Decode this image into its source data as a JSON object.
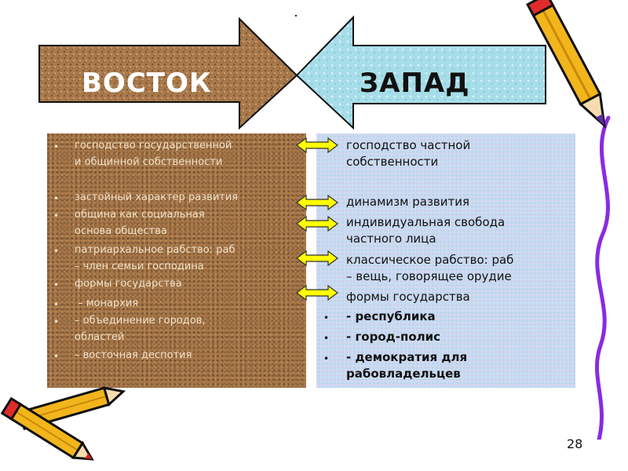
{
  "slide": {
    "east_title": "ВОСТОК",
    "west_title": "ЗАПАД",
    "page_number": "28",
    "bullet_char": "•"
  },
  "east_items": [
    {
      "line1": "господство государственной",
      "line2": "и общинной собственности"
    },
    {
      "line1": "застойный характер развития"
    },
    {
      "line1": "община как социальная",
      "line2": "основа общества"
    },
    {
      "line1": "патриархальное рабство: раб",
      "line2": "– член семьи господина"
    },
    {
      "line1": "формы государства"
    },
    {
      "line1": " – монархия"
    },
    {
      "line1": "– объединение городов,",
      "line2": "областей"
    },
    {
      "line1": "– восточная деспотия"
    }
  ],
  "west_items": [
    {
      "line1": "господство частной",
      "line2": "собственности"
    },
    {
      "line1": "динамизм развития"
    },
    {
      "line1": "индивидуальная свобода",
      "line2": "частного лица"
    },
    {
      "line1": "классическое рабство: раб",
      "line2": "– вещь, говорящее орудие"
    },
    {
      "line1": "формы государства"
    },
    {
      "line1": "- республика"
    },
    {
      "line1": "- город-полис"
    },
    {
      "line1": "- демократия для",
      "line2": "рабовладельцев"
    }
  ],
  "colors": {
    "east_fill": "#a8784a",
    "west_fill": "#c9dcf2",
    "double_arrow": "#ffff00"
  },
  "decorations": {
    "top_right": "pencil-icon",
    "bottom_left": "pencils-icon"
  }
}
